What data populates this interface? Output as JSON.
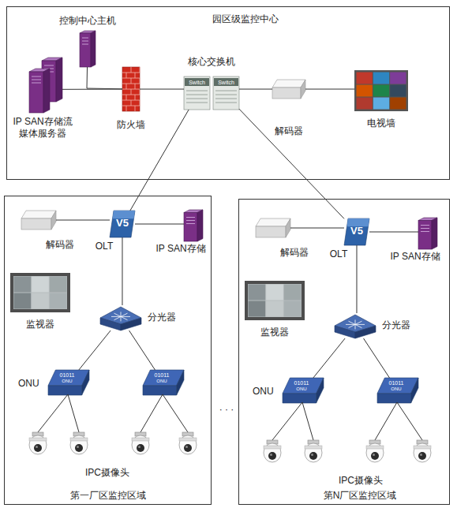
{
  "diagram": {
    "nodes": [
      {
        "text": [
          "园区级监控中心"
        ]
      },
      {
        "text": [
          "控制中心主机"
        ],
        "in": 0
      },
      {
        "text": [
          "IP SAN存储流 媒体服务器"
        ],
        "in": 0
      },
      {
        "text": [
          "防火墙"
        ],
        "in": 0
      },
      {
        "text": [
          "核心交换机",
          "Switch",
          "Switch"
        ],
        "in": 0
      },
      {
        "text": [
          "解码器"
        ],
        "in": 0
      },
      {
        "text": [
          "电视墙"
        ],
        "in": 0
      },
      {
        "text": [
          "第一厂区监控区域"
        ]
      },
      {
        "text": [
          "解码器"
        ],
        "in": 7
      },
      {
        "text": [
          "V5",
          "OLT"
        ],
        "in": 7
      },
      {
        "text": [
          "IP SAN存储"
        ],
        "in": 7
      },
      {
        "text": [
          "监视器"
        ],
        "in": 7
      },
      {
        "text": [
          "分光器"
        ],
        "in": 7
      },
      {
        "text": [
          "ONU",
          "01011",
          "ONU"
        ],
        "in": 7
      },
      {
        "text": [
          "01011",
          "ONU"
        ],
        "in": 7
      },
      {
        "text": [
          "第N厂区监控区域"
        ]
      },
      {
        "text": [
          "解码器"
        ],
        "in": 15
      },
      {
        "text": [
          "V5",
          "OLT"
        ],
        "in": 15
      },
      {
        "text": [
          "IP SAN存储"
        ],
        "in": 15
      },
      {
        "text": [
          "监视器"
        ],
        "in": 15
      },
      {
        "text": [
          "分光器"
        ],
        "in": 15
      },
      {
        "text": [
          "ONU",
          "01011",
          "ONU"
        ],
        "in": 15
      },
      {
        "text": [
          "01011",
          "ONU"
        ],
        "in": 15
      }
    ],
    "edges": [
      {
        "from": 2,
        "to": 3,
        "arrow": "none"
      },
      {
        "from": 1,
        "to": 3,
        "arrow": "none"
      },
      {
        "from": 3,
        "to": 4,
        "arrow": "none"
      },
      {
        "from": 4,
        "to": 5,
        "arrow": "none"
      },
      {
        "from": 5,
        "to": 6,
        "arrow": "none"
      },
      {
        "from": 4,
        "to": 9,
        "arrow": "none"
      },
      {
        "from": 4,
        "to": 17,
        "arrow": "none"
      },
      {
        "from": 8,
        "to": 9,
        "arrow": "none"
      },
      {
        "from": 9,
        "to": 10,
        "arrow": "none"
      },
      {
        "from": 9,
        "to": 12,
        "arrow": "none"
      },
      {
        "from": 12,
        "to": 13,
        "arrow": "none"
      },
      {
        "from": 12,
        "to": 14,
        "arrow": "none"
      },
      {
        "from": 16,
        "to": 17,
        "arrow": "none"
      },
      {
        "from": 17,
        "to": 18,
        "arrow": "none"
      },
      {
        "from": 17,
        "to": 20,
        "arrow": "none"
      },
      {
        "from": 20,
        "to": 21,
        "arrow": "none"
      },
      {
        "from": 20,
        "to": 22,
        "arrow": "none"
      }
    ],
    "labels": [
      "· · ·",
      "IPC摄像头",
      "IPC摄像头"
    ]
  }
}
